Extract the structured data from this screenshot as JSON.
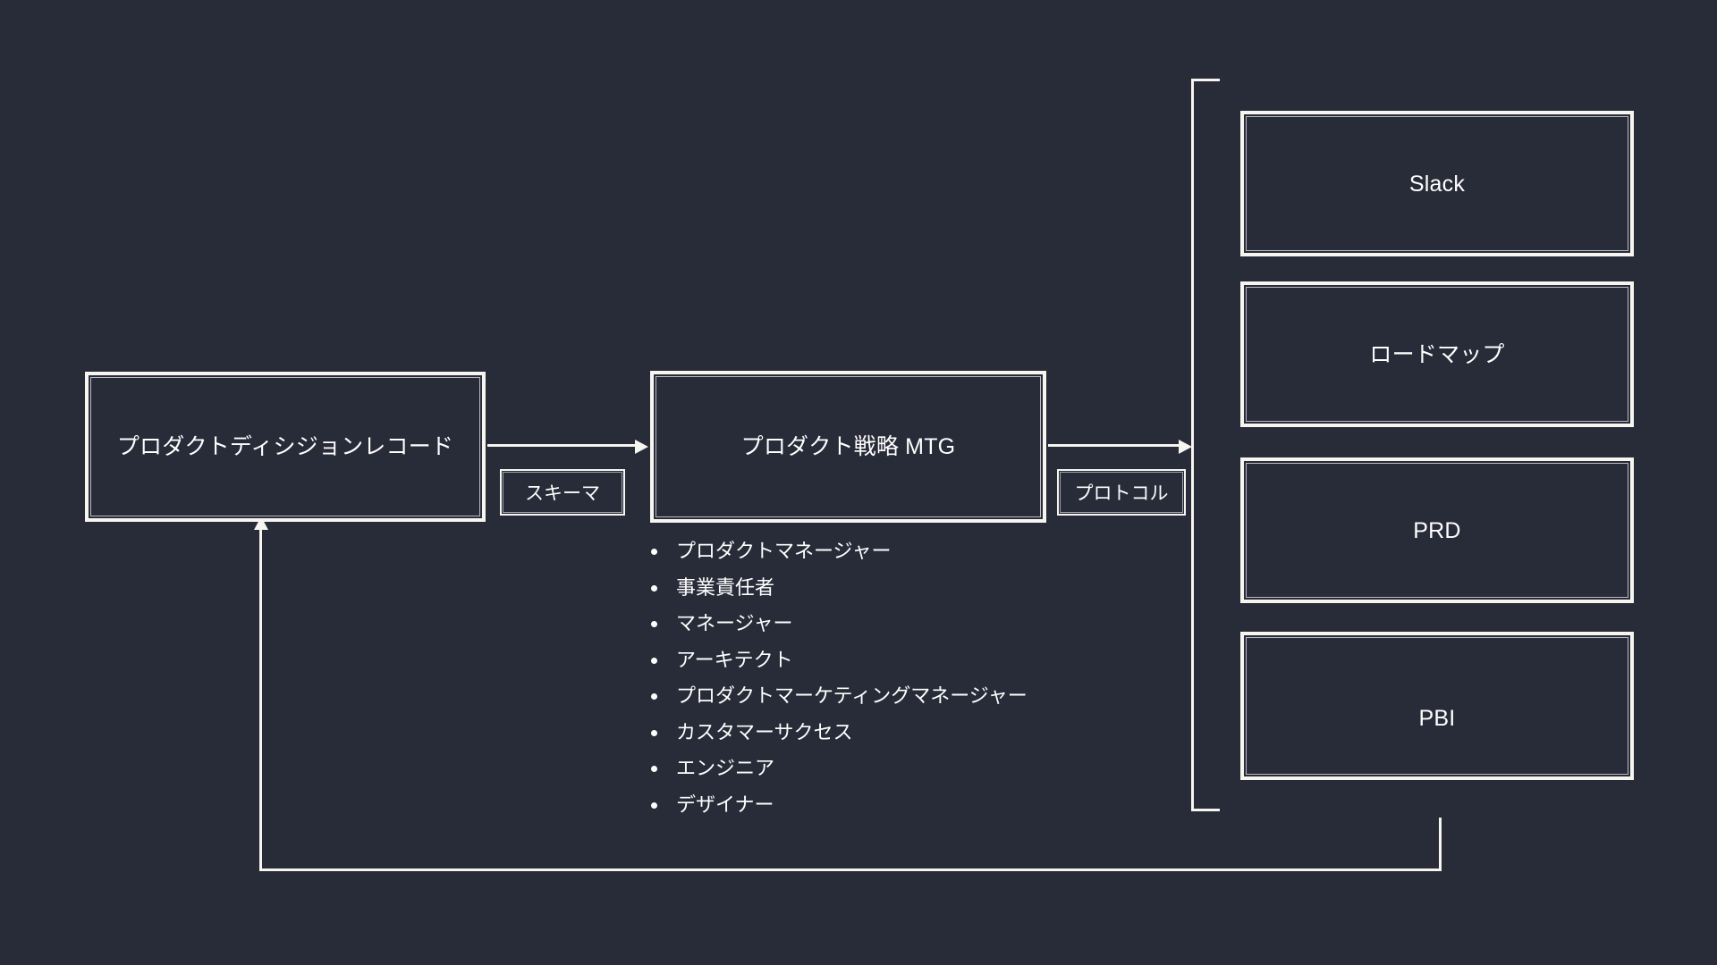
{
  "diagram": {
    "background_color": "#282b38",
    "stroke_color": "#f7f5f0",
    "text_color": "#ffffff",
    "nodes": {
      "decision_record": {
        "label": "プロダクトディシジョンレコード"
      },
      "strategy_meeting": {
        "label": "プロダクト戦略 MTG"
      },
      "slack": {
        "label": "Slack"
      },
      "roadmap": {
        "label": "ロードマップ"
      },
      "prd": {
        "label": "PRD"
      },
      "pbi": {
        "label": "PBI"
      }
    },
    "edge_labels": {
      "schema": "スキーマ",
      "protocol": "プロトコル"
    },
    "participants": [
      "プロダクトマネージャー",
      "事業責任者",
      "マネージャー",
      "アーキテクト",
      "プロダクトマーケティングマネージャー",
      "カスタマーサクセス",
      "エンジニア",
      "デザイナー"
    ]
  }
}
